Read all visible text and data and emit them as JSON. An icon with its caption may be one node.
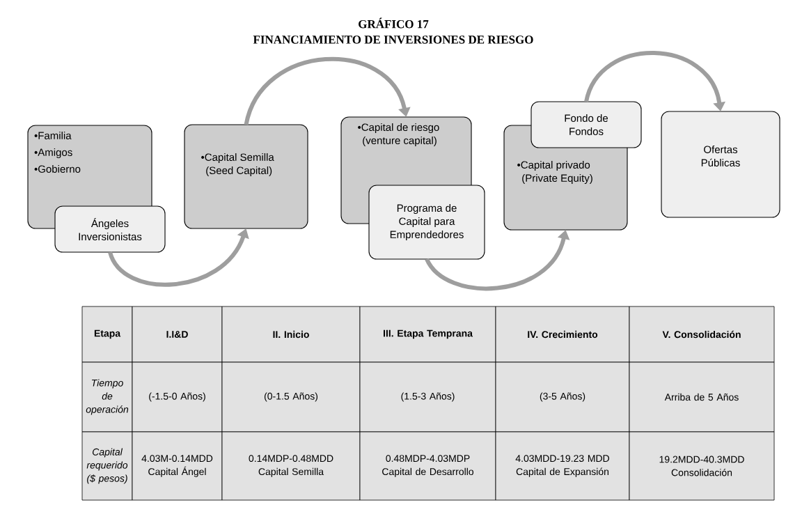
{
  "diagram": {
    "title": "FINANCIAMIENTO DE INVERSIONES DE RIESGO",
    "nodes": [
      {
        "text": [
          "•Familia",
          "•Amigos",
          "•Gobierno"
        ]
      },
      {
        "text": [
          "Ángeles Inversionistas"
        ]
      },
      {
        "text": [
          "•Capital Semilla (Seed Capital)"
        ]
      },
      {
        "text": [
          "•Capital de riesgo (venture capital)"
        ]
      },
      {
        "text": [
          "Programa  de Capital para Emprendedores"
        ]
      },
      {
        "text": [
          "Fondo de Fondos"
        ]
      },
      {
        "text": [
          "•Capital privado (Private Equity)"
        ]
      },
      {
        "text": [
          "Ofertas Públicas"
        ]
      }
    ],
    "edges": [
      {
        "from": 1,
        "to": 2,
        "arrow": "to"
      },
      {
        "from": 2,
        "to": 3,
        "arrow": "to"
      },
      {
        "from": 4,
        "to": 6,
        "arrow": "to"
      },
      {
        "from": 5,
        "to": 7,
        "arrow": "to"
      }
    ],
    "labels": [
      "GRÁFICO 17",
      "Etapa",
      "I.I&D",
      "II. Inicio",
      "III. Etapa Temprana",
      "IV. Crecimiento",
      "V. Consolidación",
      "Tiempo de operación",
      "(-1.5-0 Años)",
      "(0-1.5 Años)",
      "(1.5-3 Años)",
      "(3-5 Años)",
      "Arriba de 5 Años",
      "Capital requerido ($ pesos)",
      "4.03M-0.14MDD Capital Ángel",
      "0.14MDP-0.48MDD Capital Semilla",
      "0.48MDP-4.03MDP Capital de Desarrollo",
      "4.03MDD-19.23 MDD Capital de Expansión",
      "19.2MDD-40.3MDD Consolidación"
    ]
  }
}
